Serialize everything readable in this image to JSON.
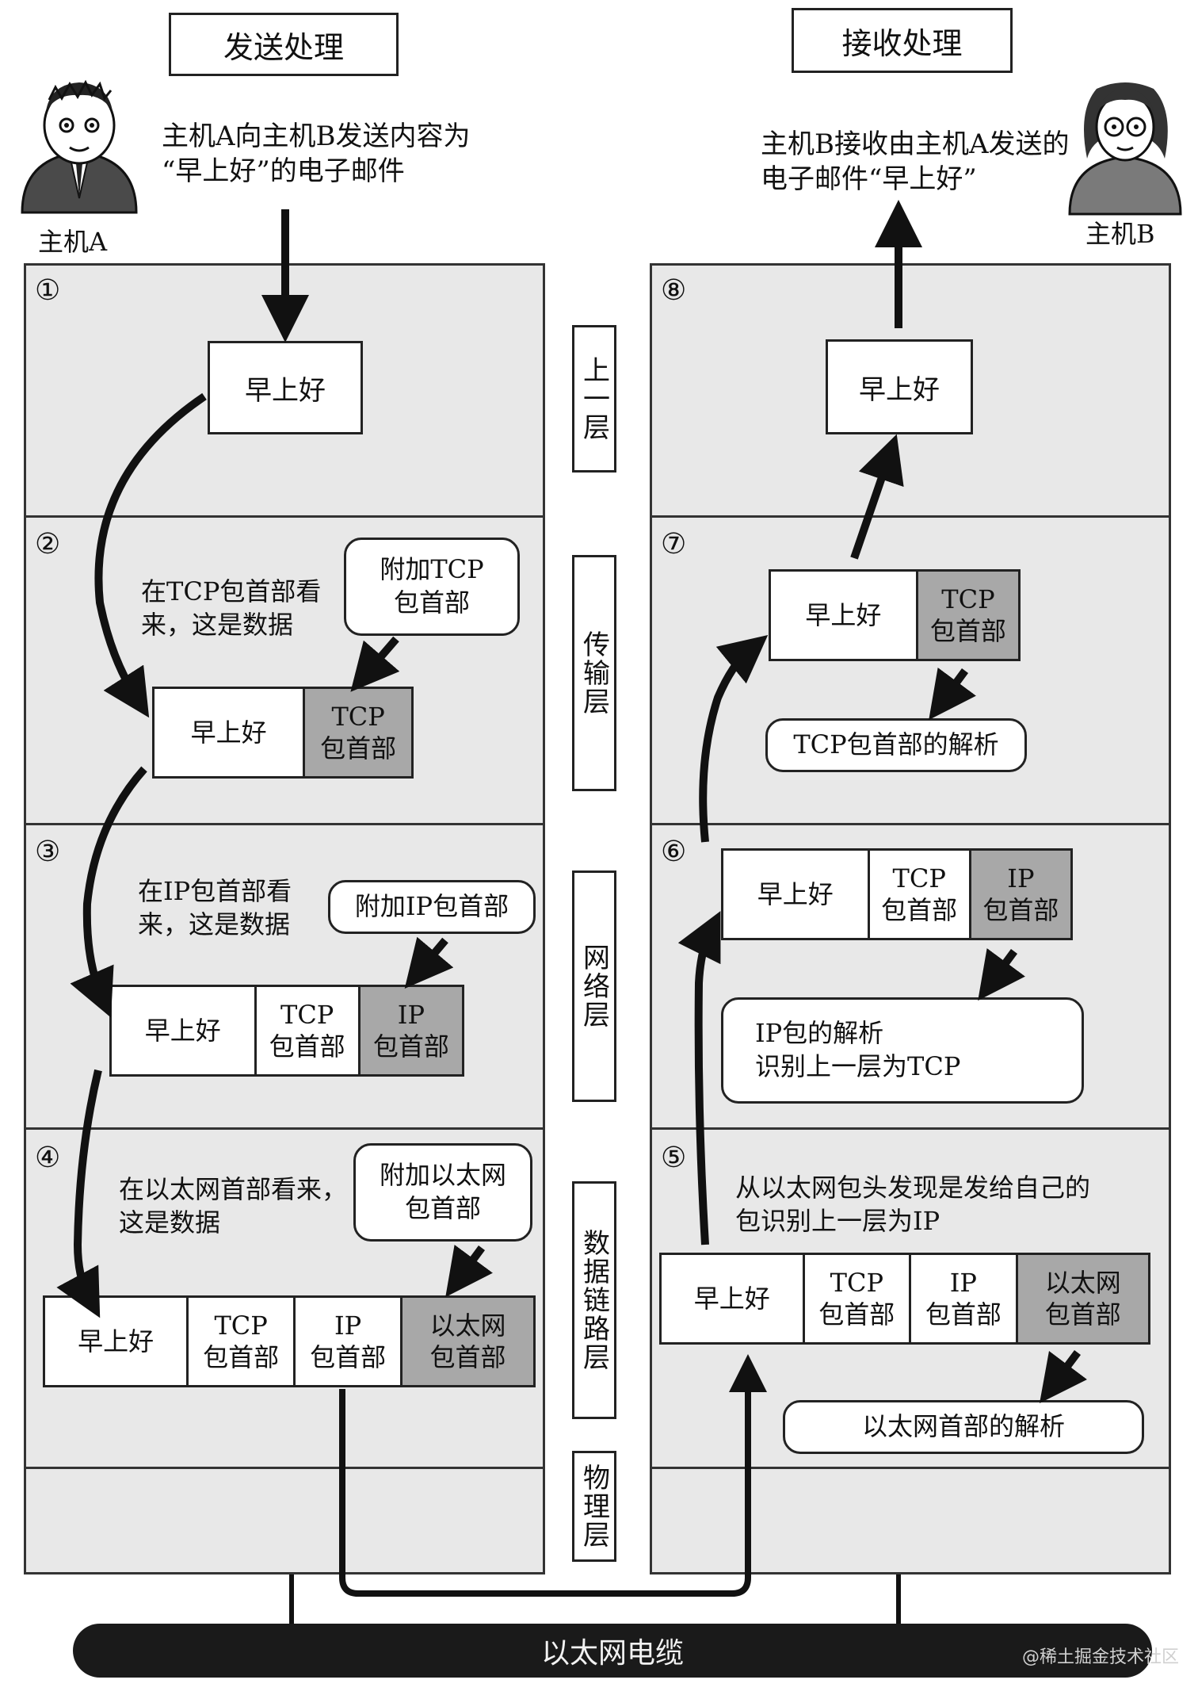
{
  "headers": {
    "send": "发送处理",
    "receive": "接收处理"
  },
  "host_a": {
    "label": "主机A",
    "caption": "主机A向主机B发送内容为\n“早上好”的电子邮件"
  },
  "host_b": {
    "label": "主机B",
    "caption": "主机B接收由主机A发送的\n电子邮件“早上好”"
  },
  "layers": {
    "upper": "上一层",
    "transport": "传输层",
    "network": "网络层",
    "datalink": "数据链路层",
    "physical": "物理层"
  },
  "steps": [
    "①",
    "②",
    "③",
    "④",
    "⑤",
    "⑥",
    "⑦",
    "⑧"
  ],
  "cells": {
    "data": "早上好",
    "tcp": "TCP\n包首部",
    "ip": "IP\n包首部",
    "eth": "以太网\n包首部"
  },
  "send": {
    "s2_note": "在TCP包首部看\n来，这是数据",
    "s2_bubble": "附加TCP\n包首部",
    "s3_note": "在IP包首部看\n来，这是数据",
    "s3_bubble": "附加IP包首部",
    "s4_note": "在以太网首部看来，\n这是数据",
    "s4_bubble": "附加以太网\n包首部"
  },
  "receive": {
    "s5_note": "从以太网包头发现是发给自己的\n包识别上一层为IP",
    "s5_bubble": "以太网首部的解析",
    "s6_bubble": "IP包的解析\n识别上一层为TCP",
    "s7_bubble": "TCP包首部的解析"
  },
  "cable": "以太网电缆",
  "watermark": "@稀土掘金技术社区"
}
